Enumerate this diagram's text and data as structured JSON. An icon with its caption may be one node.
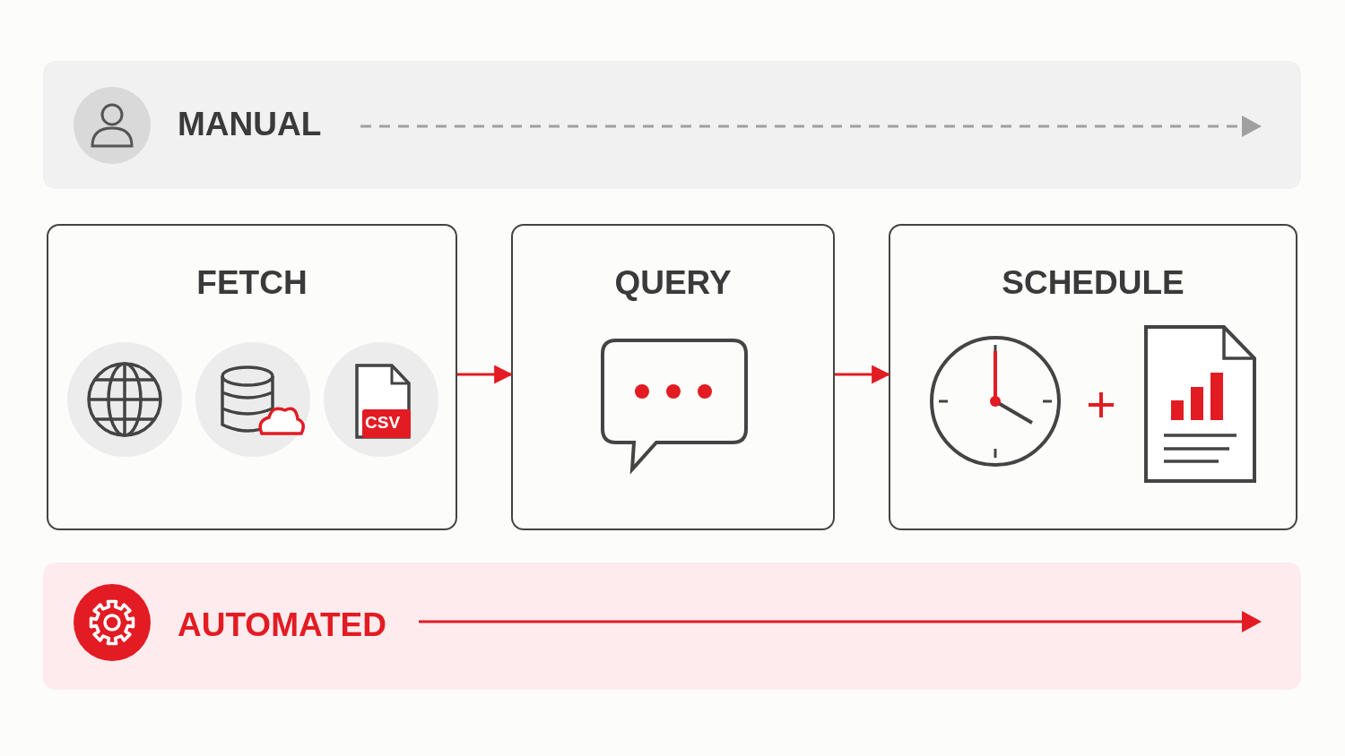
{
  "diagram": {
    "nodes": [
      {
        "text": [
          "MANUAL"
        ]
      },
      {
        "text": [
          "FETCH",
          "CSV"
        ]
      },
      {
        "text": [
          "QUERY"
        ]
      },
      {
        "text": [
          "SCHEDULE"
        ]
      },
      {
        "text": [
          "AUTOMATED"
        ]
      }
    ],
    "edges": [
      {
        "from": 1,
        "to": 2,
        "arrow": "to"
      },
      {
        "from": 2,
        "to": 3,
        "arrow": "to"
      }
    ]
  }
}
